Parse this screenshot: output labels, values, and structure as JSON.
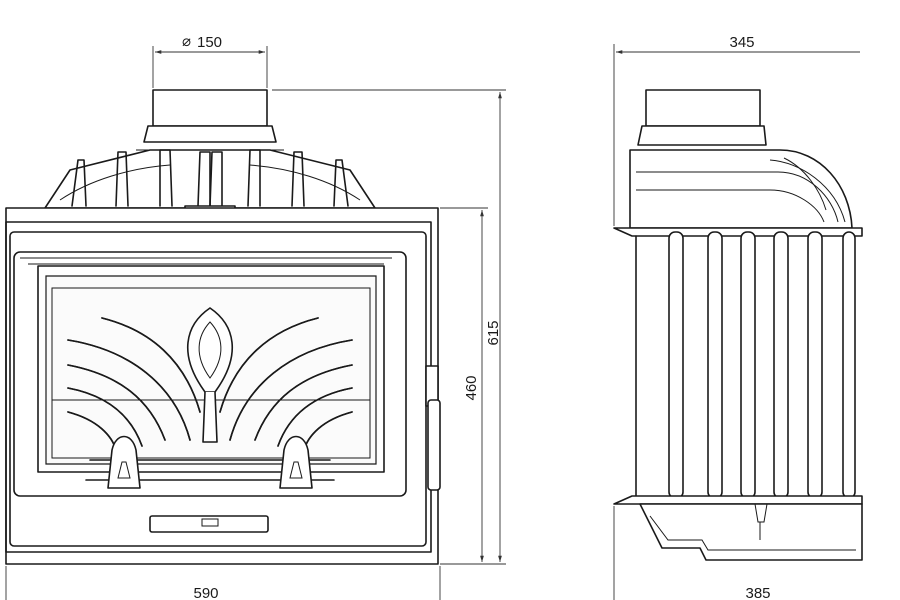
{
  "dimensions": {
    "flue_diameter": "150",
    "front_width": "590",
    "total_height": "615",
    "door_height": "460",
    "side_top_depth": "345",
    "side_bottom_depth": "385"
  },
  "symbols": {
    "diameter": "⌀"
  }
}
